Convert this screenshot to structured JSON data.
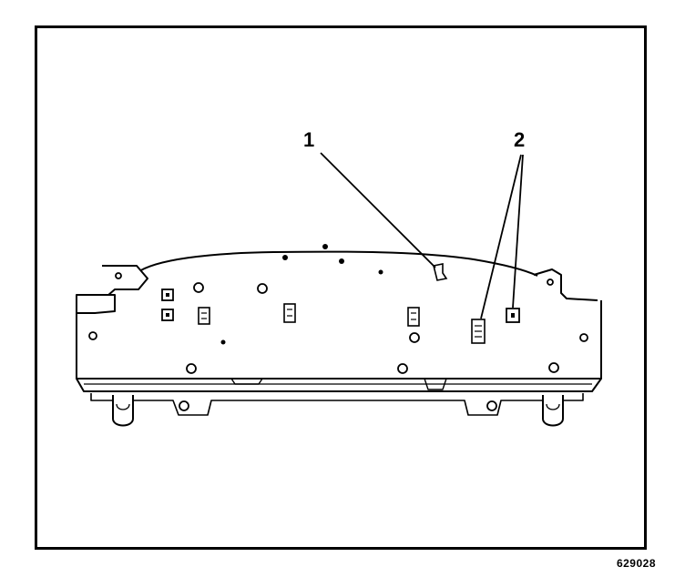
{
  "callouts": {
    "one": "1",
    "two": "2"
  },
  "figure_id": "629028",
  "colors": {
    "line": "#000000",
    "fill": "#ffffff",
    "shade": "#cfcfcf"
  }
}
